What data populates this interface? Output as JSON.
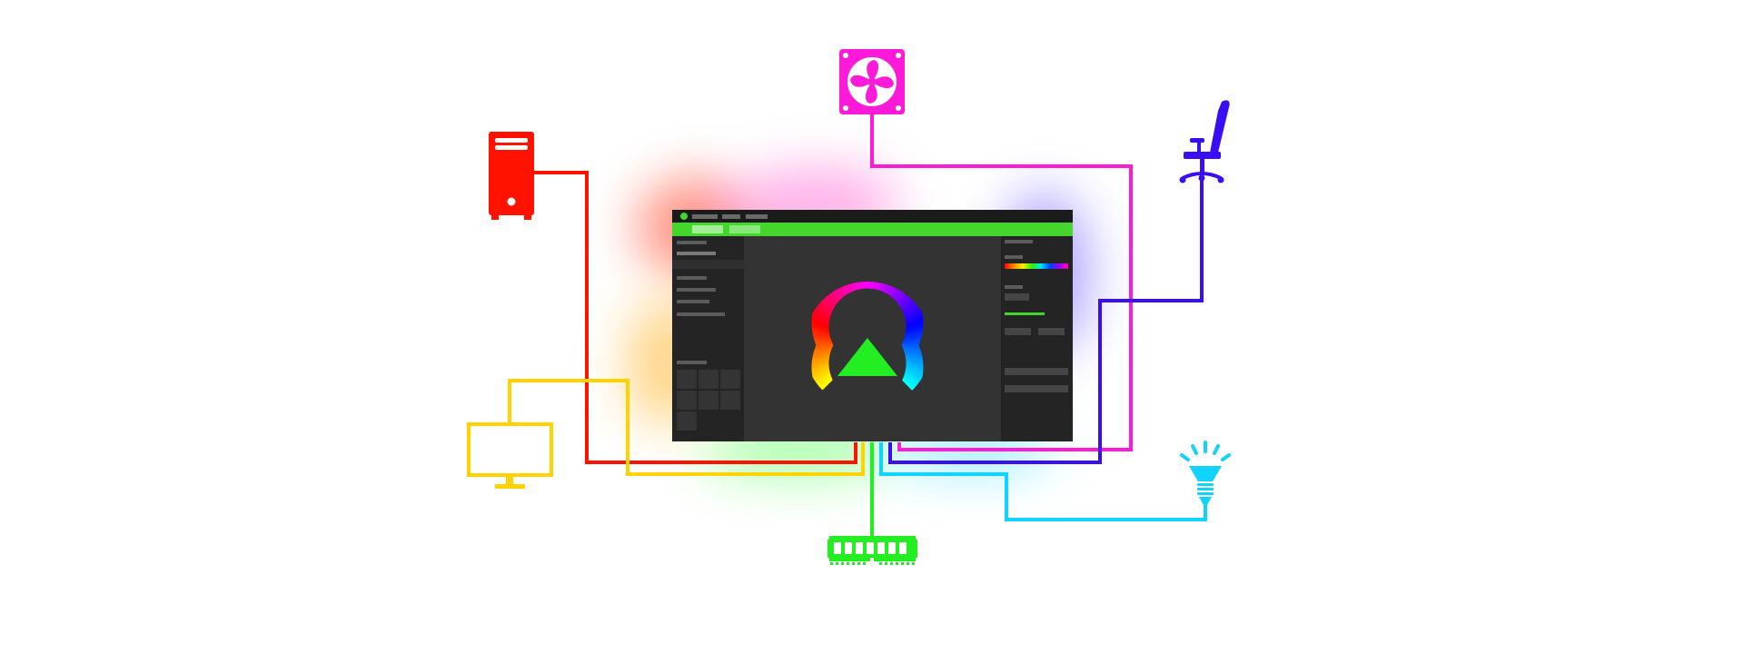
{
  "colors": {
    "pc": "#ff1200",
    "monitor": "#ffd200",
    "ram": "#22ee22",
    "fan": "#ff1ad9",
    "chair": "#3a0ef2",
    "lamp": "#12d3ff",
    "app_accent": "#44d62c",
    "app_bg": "#333333",
    "app_panel": "#242424"
  },
  "devices": [
    {
      "key": "pc",
      "icon": "pc-tower-icon"
    },
    {
      "key": "monitor",
      "icon": "monitor-icon"
    },
    {
      "key": "ram",
      "icon": "ram-stick-icon"
    },
    {
      "key": "fan",
      "icon": "case-fan-icon"
    },
    {
      "key": "chair",
      "icon": "gaming-chair-icon"
    },
    {
      "key": "lamp",
      "icon": "smart-bulb-icon"
    }
  ],
  "app_window": {
    "logo_icon": "app-logo-icon",
    "center_graphic": "rainbow-ring-logo-icon",
    "right_panel_swatch": "color-spectrum-bar"
  }
}
